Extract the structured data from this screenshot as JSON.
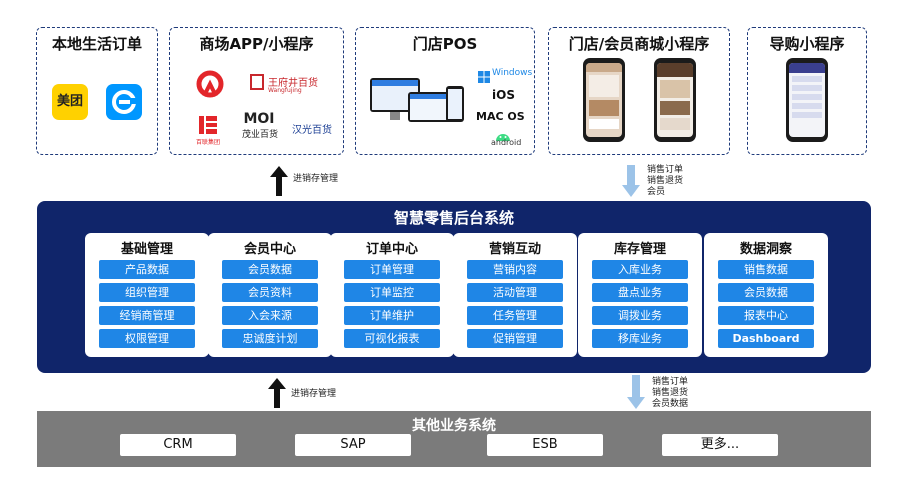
{
  "channels": [
    {
      "title": "本地生活订单",
      "brands": [
        {
          "name": "美团",
          "color": "#ffd100"
        },
        {
          "name": "饿了么",
          "color": "#0097ff"
        }
      ]
    },
    {
      "title": "商场APP/小程序",
      "logos": [
        {
          "text": "银泰",
          "color": "#e3262a",
          "sub": ""
        },
        {
          "text": "王府井百货",
          "color": "#c8282d",
          "sub": "Wangfujing"
        },
        {
          "text": "百联",
          "color": "#e3262a",
          "sub": "百联集团"
        },
        {
          "text": "茂业百货",
          "color": "#222222",
          "sub": ""
        },
        {
          "text": "汉光百货",
          "color": "#1c3f94",
          "sub": ""
        }
      ]
    },
    {
      "title": "门店POS",
      "os_list": [
        "Windows",
        "iOS",
        "MAC OS",
        "android"
      ]
    },
    {
      "title": "门店/会员商城小程序"
    },
    {
      "title": "导购小程序"
    }
  ],
  "flows": {
    "up_top": {
      "lines": [
        "进销存管理"
      ]
    },
    "down_top": {
      "lines": [
        "销售订单",
        "销售退货",
        "会员"
      ]
    },
    "up_bottom": {
      "lines": [
        "进销存管理"
      ]
    },
    "down_bottom": {
      "lines": [
        "销售订单",
        "销售退货",
        "会员数据"
      ]
    }
  },
  "core": {
    "title": "智慧零售后台系统",
    "modules": [
      {
        "title": "基础管理",
        "items": [
          "产品数据",
          "组织管理",
          "经销商管理",
          "权限管理"
        ]
      },
      {
        "title": "会员中心",
        "items": [
          "会员数据",
          "会员资料",
          "入会来源",
          "忠诚度计划"
        ]
      },
      {
        "title": "订单中心",
        "items": [
          "订单管理",
          "订单监控",
          "订单维护",
          "可视化报表"
        ]
      },
      {
        "title": "营销互动",
        "items": [
          "营销内容",
          "活动管理",
          "任务管理",
          "促销管理"
        ]
      },
      {
        "title": "库存管理",
        "items": [
          "入库业务",
          "盘点业务",
          "调拨业务",
          "移库业务"
        ]
      },
      {
        "title": "数据洞察",
        "items": [
          "销售数据",
          "会员数据",
          "报表中心",
          "Dashboard"
        ]
      }
    ]
  },
  "other": {
    "title": "其他业务系统",
    "systems": [
      "CRM",
      "SAP",
      "ESB",
      "更多..."
    ]
  },
  "colors": {
    "navy": "#10256a",
    "accent_blue": "#1f86e6",
    "gray": "#7b7b7b",
    "arrow_light": "#9cc3e8"
  }
}
